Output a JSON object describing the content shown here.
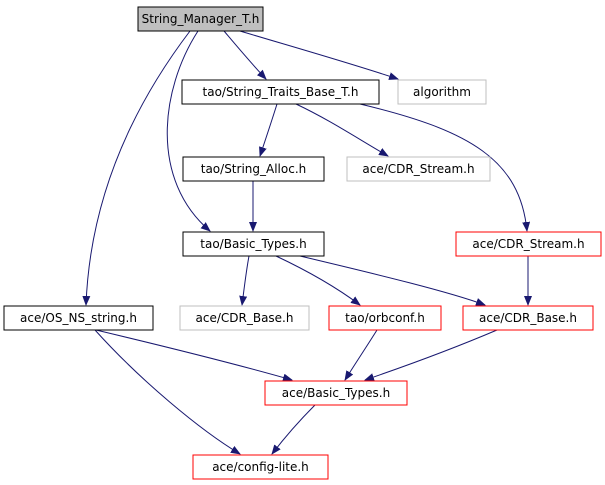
{
  "colors": {
    "root_fill": "#bfbfbf",
    "root_stroke": "#000000",
    "documented_stroke": "#000000",
    "truncated_stroke": "#ff0000",
    "external_stroke": "#bfbfbf",
    "edge": "#191970"
  },
  "nodes": [
    {
      "id": "string_manager",
      "label": "String_Manager_T.h",
      "kind": "root"
    },
    {
      "id": "string_traits",
      "label": "tao/String_Traits_Base_T.h",
      "kind": "documented"
    },
    {
      "id": "algorithm",
      "label": "algorithm",
      "kind": "external"
    },
    {
      "id": "string_alloc",
      "label": "tao/String_Alloc.h",
      "kind": "documented"
    },
    {
      "id": "cdr_stream_gray",
      "label": "ace/CDR_Stream.h",
      "kind": "external"
    },
    {
      "id": "basic_types_tao",
      "label": "tao/Basic_Types.h",
      "kind": "documented"
    },
    {
      "id": "cdr_stream_red",
      "label": "ace/CDR_Stream.h",
      "kind": "truncated"
    },
    {
      "id": "os_ns_string",
      "label": "ace/OS_NS_string.h",
      "kind": "documented"
    },
    {
      "id": "cdr_base_gray",
      "label": "ace/CDR_Base.h",
      "kind": "external"
    },
    {
      "id": "orbconf",
      "label": "tao/orbconf.h",
      "kind": "truncated"
    },
    {
      "id": "cdr_base_red",
      "label": "ace/CDR_Base.h",
      "kind": "truncated"
    },
    {
      "id": "basic_types_ace",
      "label": "ace/Basic_Types.h",
      "kind": "truncated"
    },
    {
      "id": "config_lite",
      "label": "ace/config-lite.h",
      "kind": "truncated"
    }
  ],
  "edges": [
    {
      "from": "string_manager",
      "to": "string_traits"
    },
    {
      "from": "string_manager",
      "to": "algorithm"
    },
    {
      "from": "string_manager",
      "to": "basic_types_tao"
    },
    {
      "from": "string_manager",
      "to": "os_ns_string"
    },
    {
      "from": "string_traits",
      "to": "string_alloc"
    },
    {
      "from": "string_traits",
      "to": "cdr_stream_gray"
    },
    {
      "from": "string_traits",
      "to": "cdr_stream_red"
    },
    {
      "from": "string_alloc",
      "to": "basic_types_tao"
    },
    {
      "from": "basic_types_tao",
      "to": "cdr_base_gray"
    },
    {
      "from": "basic_types_tao",
      "to": "orbconf"
    },
    {
      "from": "basic_types_tao",
      "to": "cdr_base_red"
    },
    {
      "from": "cdr_stream_red",
      "to": "cdr_base_red"
    },
    {
      "from": "os_ns_string",
      "to": "basic_types_ace"
    },
    {
      "from": "os_ns_string",
      "to": "config_lite"
    },
    {
      "from": "orbconf",
      "to": "basic_types_ace"
    },
    {
      "from": "cdr_base_red",
      "to": "basic_types_ace"
    },
    {
      "from": "basic_types_ace",
      "to": "config_lite"
    }
  ]
}
